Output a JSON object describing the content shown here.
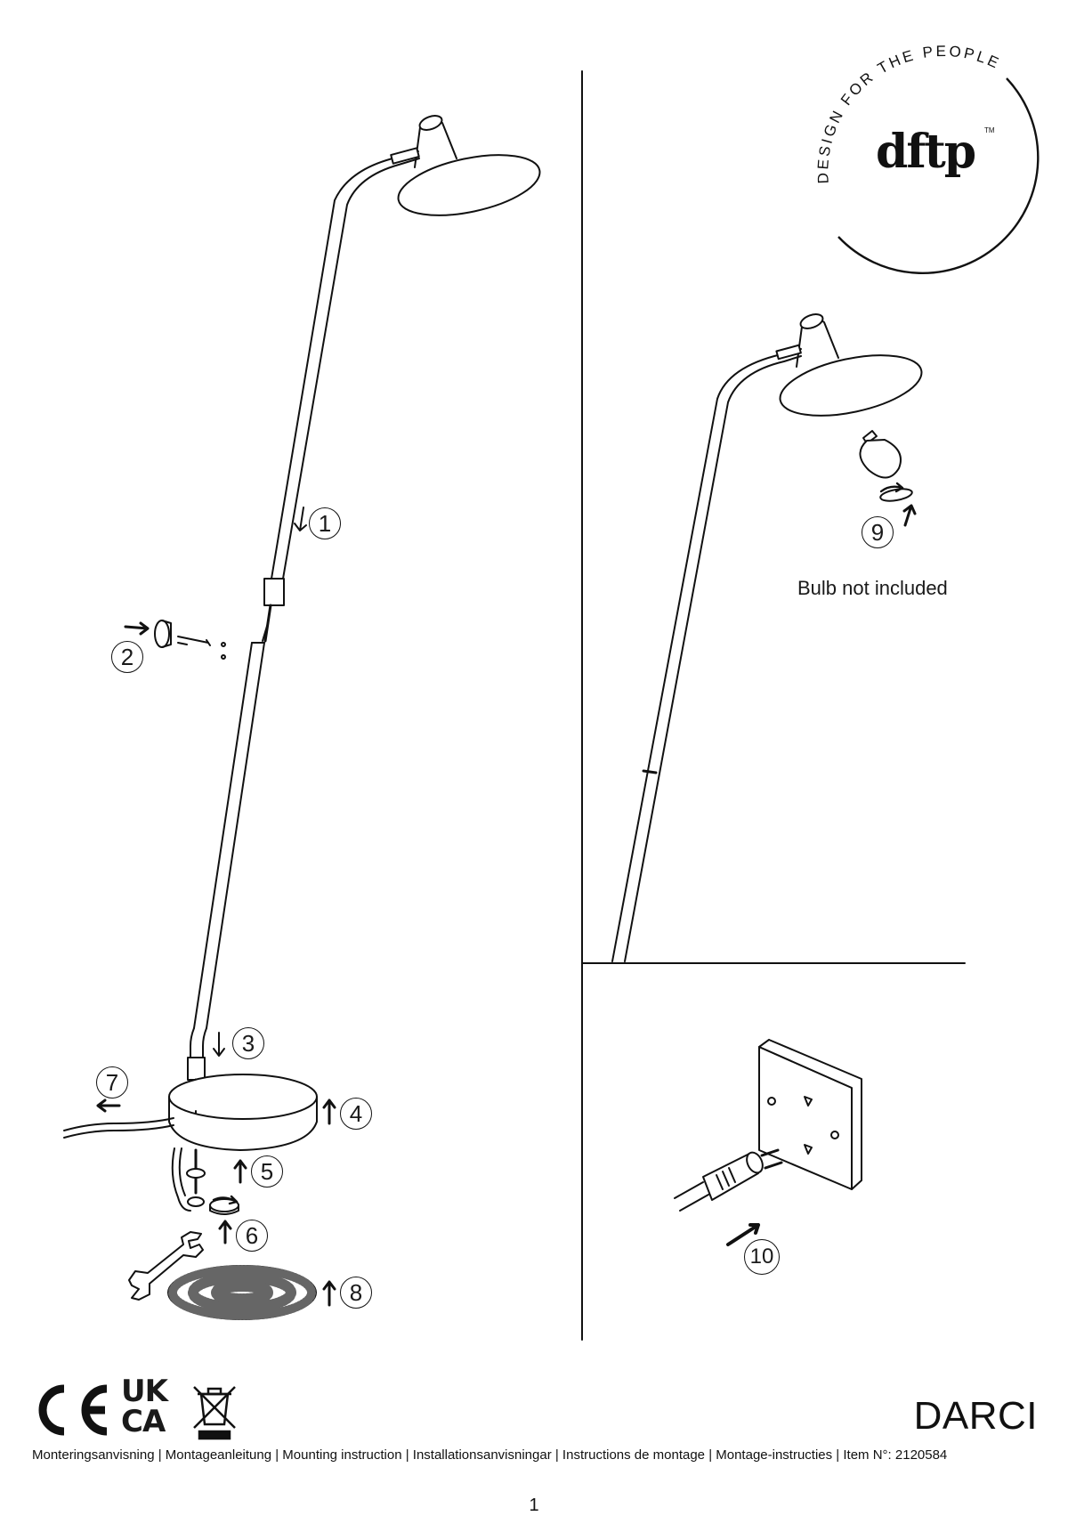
{
  "brand": {
    "tagline": "DESIGN FOR THE PEOPLE",
    "logo": "dftp",
    "trademark": "TM"
  },
  "steps": [
    "1",
    "2",
    "3",
    "4",
    "5",
    "6",
    "7",
    "8",
    "9",
    "10"
  ],
  "bulb_note": "Bulb not included",
  "certification": {
    "ce": "CE",
    "ukca_top": "UK",
    "ukca_bottom": "CA",
    "weee_icon": "crossed-out-bin-icon"
  },
  "product_name": "DARCI",
  "footer_text": "Monteringsanvisning | Montageanleitung | Mounting instruction | Installationsanvisningar | Instructions de montage | Montage-instructies | Item N°:  2120584",
  "page_number": "1"
}
